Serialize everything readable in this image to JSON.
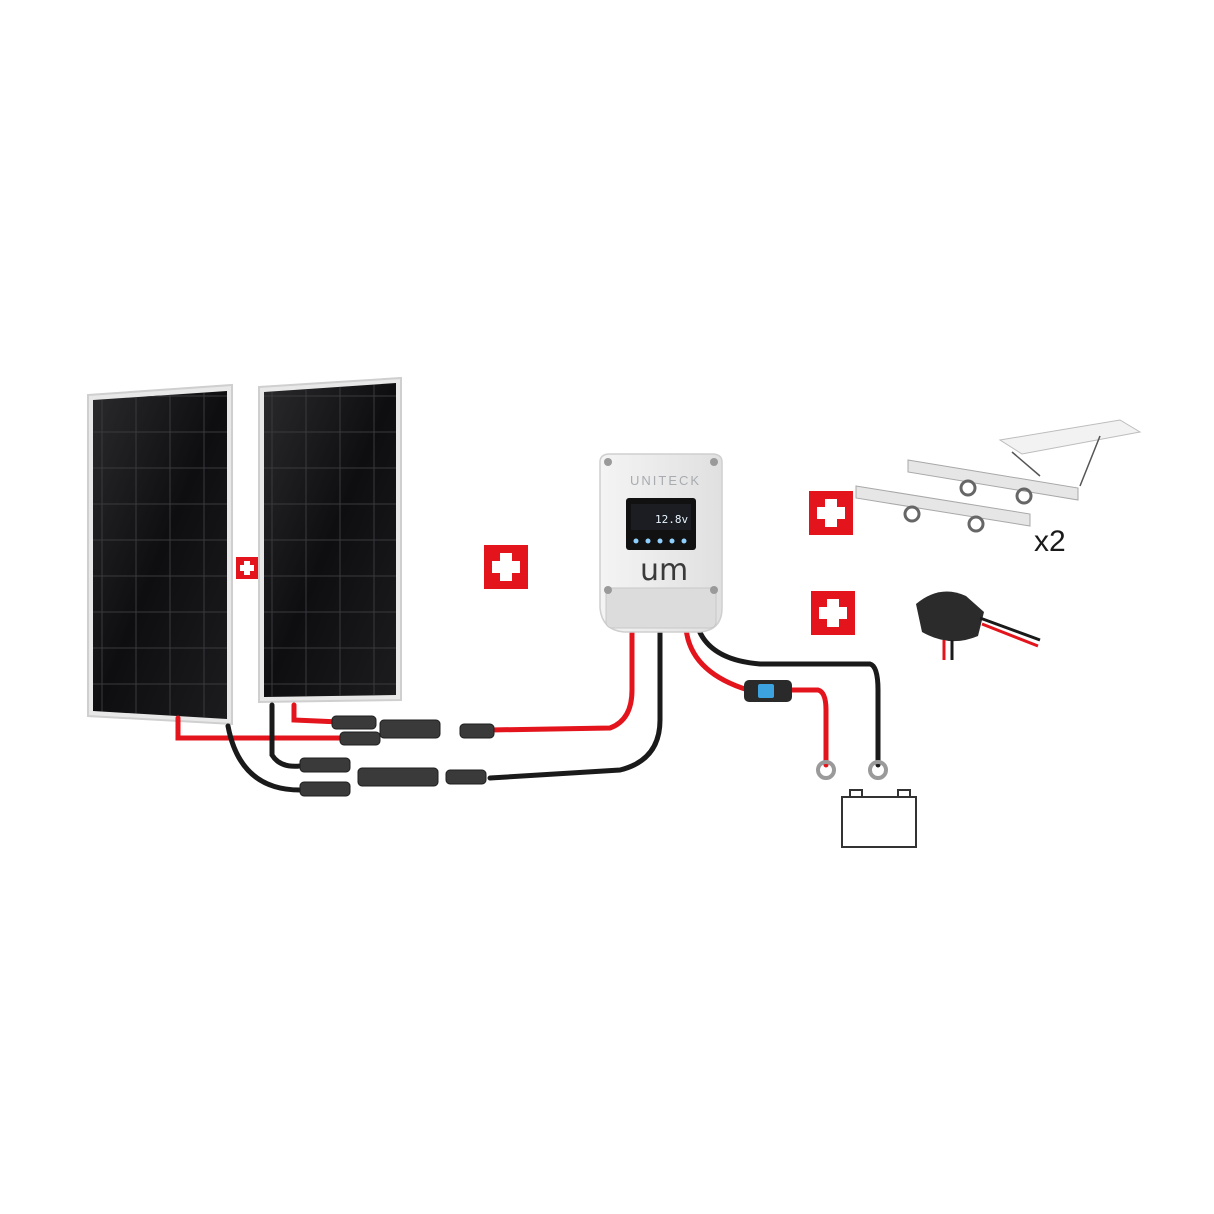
{
  "controller": {
    "brand": "UNITECK",
    "display_value": "12.8v",
    "logo": "um"
  },
  "mount_quantity": "x2",
  "plus_badge_color": "#e3141b",
  "cable_colors": {
    "positive": "#e3141b",
    "negative": "#1a1a1a"
  },
  "icons": [
    "plus-badge-icon",
    "battery-icon",
    "fuse-holder-icon",
    "mc4-connector-icon"
  ]
}
